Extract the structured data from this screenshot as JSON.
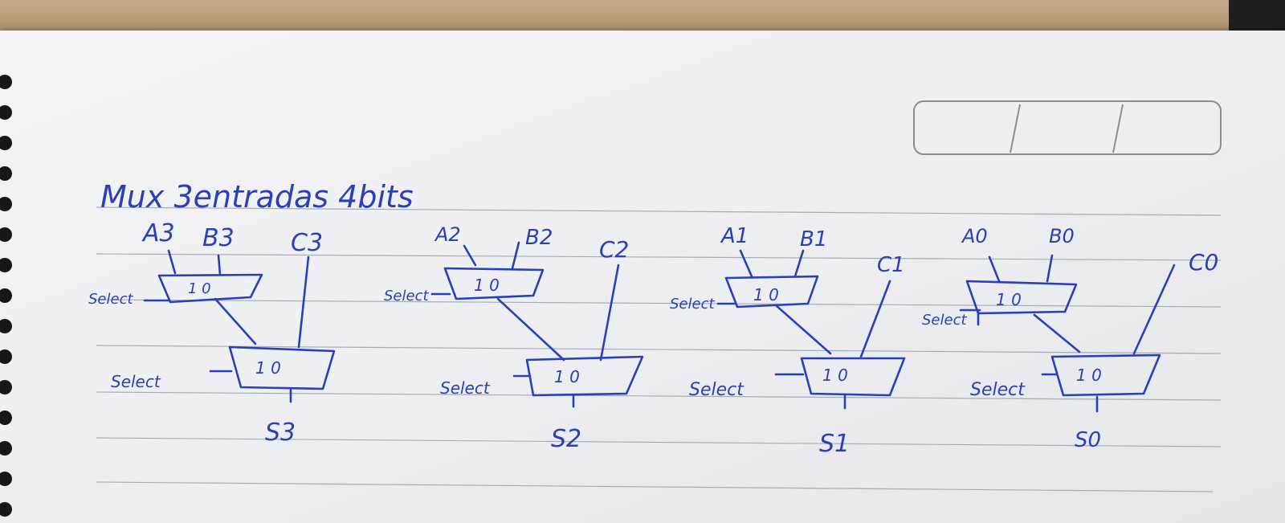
{
  "title": "Mux 3entradas 4bits",
  "select_label": "Select",
  "mux_top_label": "1 0",
  "mux_bottom_label": "1 0",
  "stages": [
    {
      "a": "A3",
      "b": "B3",
      "c": "C3",
      "s": "S3"
    },
    {
      "a": "A2",
      "b": "B2",
      "c": "C2",
      "s": "S2"
    },
    {
      "a": "A1",
      "b": "B1",
      "c": "C1",
      "s": "S1"
    },
    {
      "a": "A0",
      "b": "B0",
      "c": "C0",
      "s": "S0"
    }
  ],
  "colors": {
    "ink": "#2b3fb8",
    "paper": "#eef0f3",
    "rule": "#8e96a5",
    "desk": "#b89a78"
  }
}
